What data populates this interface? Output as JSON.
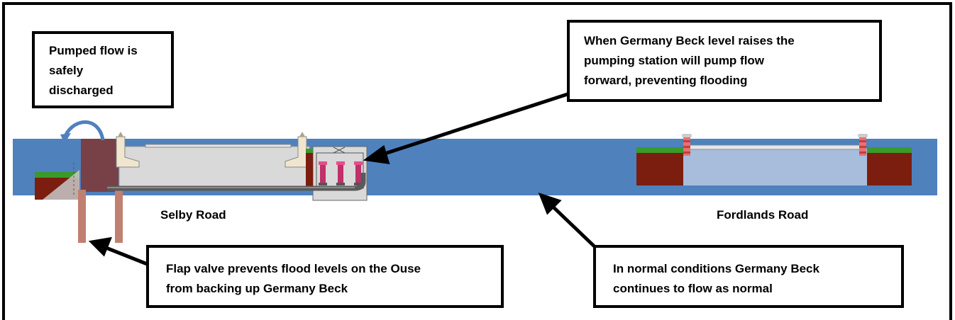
{
  "callouts": {
    "pumped_flow": [
      "Pumped flow is",
      "safely",
      "discharged"
    ],
    "pumping_station": [
      "When Germany Beck level raises the",
      "pumping station will pump flow",
      "forward, preventing flooding"
    ],
    "flap_valve": [
      "Flap valve prevents flood levels on the Ouse",
      "from backing up Germany Beck"
    ],
    "normal_conditions": [
      "In normal conditions Germany Beck",
      "continues to flow as normal"
    ]
  },
  "labels": {
    "selby_road": "Selby Road",
    "fordlands_road": "Fordlands Road"
  },
  "colors": {
    "water": "#4f81bd",
    "soil": "#7b1e0f",
    "grass": "#3a9a2a",
    "concrete": "#d9d9d9",
    "pile": "#c08070",
    "pump": "#c0306a",
    "border": "#000000"
  }
}
